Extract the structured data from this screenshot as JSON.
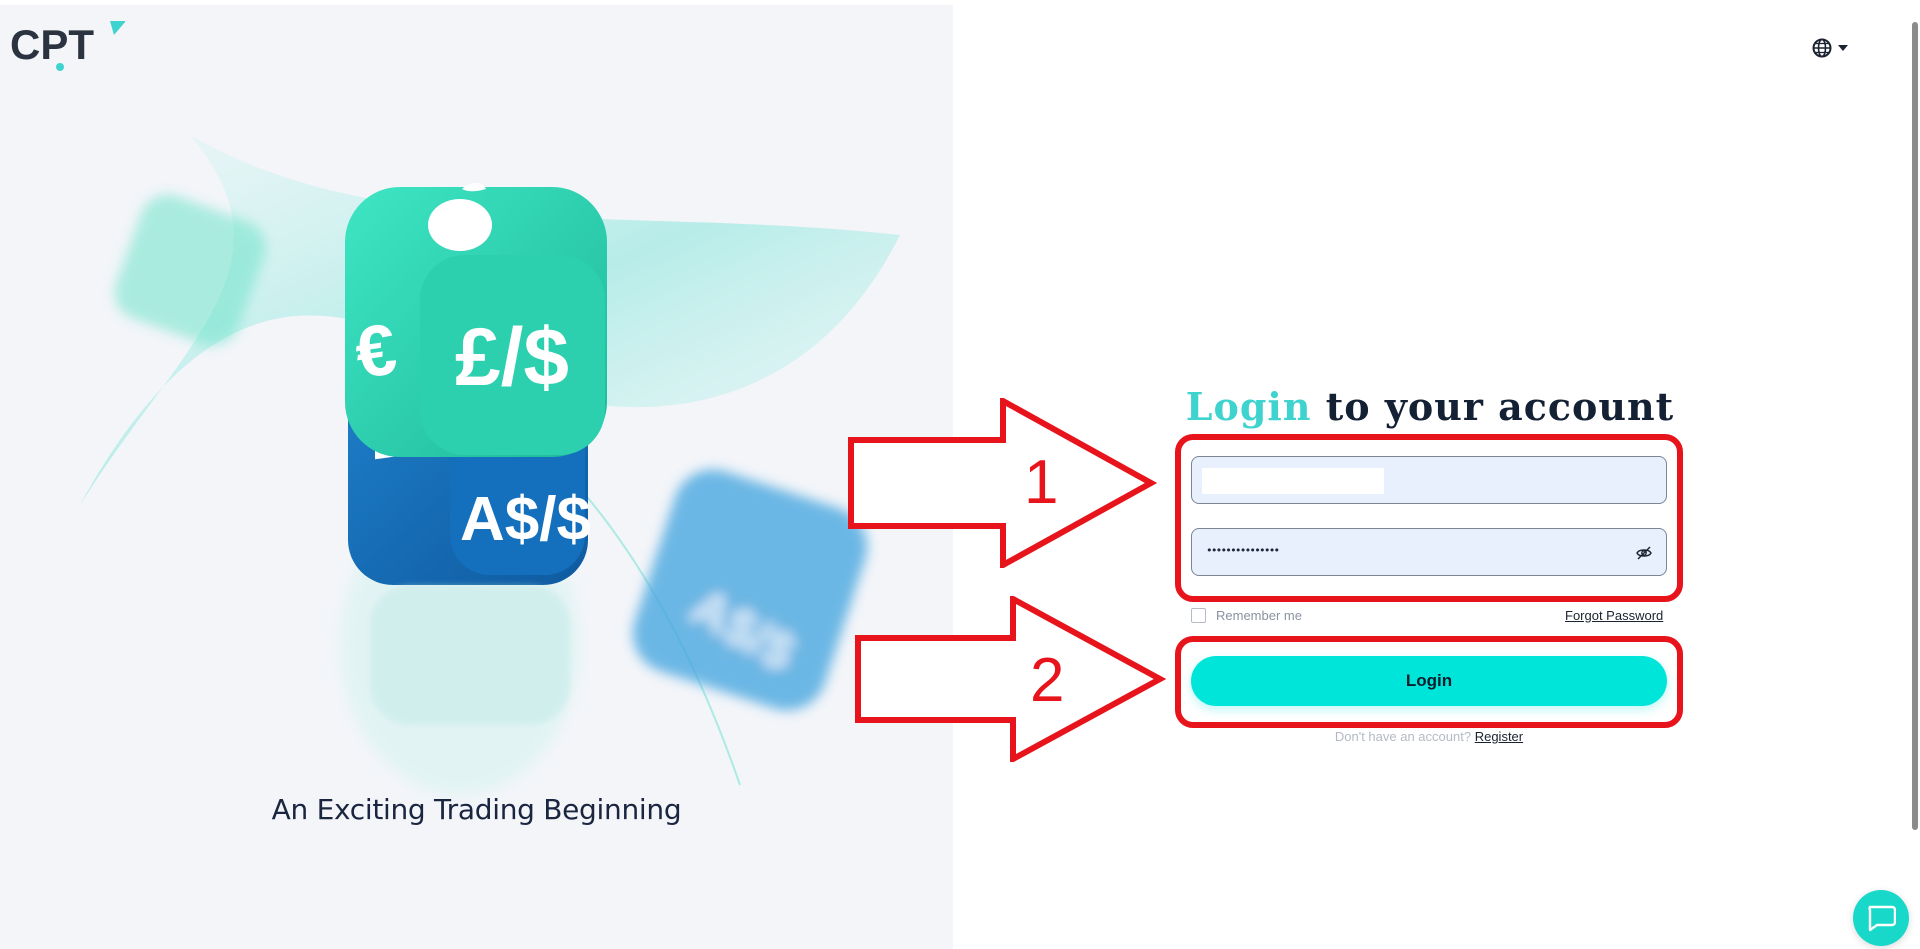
{
  "brand": {
    "logo_text": "CPT",
    "accent": "#3fd3cf"
  },
  "hero": {
    "caption": "An Exciting Trading Beginning",
    "dice": {
      "top_label": "£/$",
      "left_symbol": "€",
      "bottom_label": "A$/$",
      "blur_label": "A$/$"
    }
  },
  "header": {
    "language_icon": "globe-icon"
  },
  "login": {
    "title_accent": "Login",
    "title_rest": " to your account",
    "username_value": "",
    "password_value": "•••••••••••••••",
    "remember_label": "Remember me",
    "forgot_label": "Forgot Password",
    "submit_label": "Login",
    "no_account_text": "Don't have an account?",
    "register_label": "Register"
  },
  "annotations": {
    "step1": "1",
    "step2": "2",
    "color": "#e8141c"
  },
  "colors": {
    "button": "#00e5da",
    "chat": "#18d9c9"
  }
}
